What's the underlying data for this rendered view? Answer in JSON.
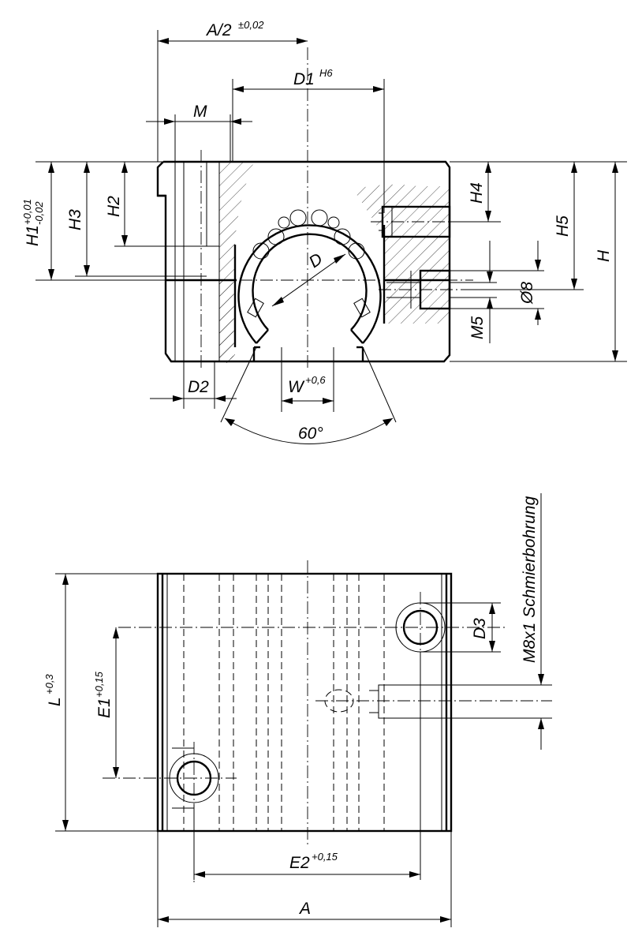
{
  "labels": {
    "a_half": "A/2",
    "a_half_tol": "±0,02",
    "d1": "D1",
    "d1_tol": "H6",
    "m": "M",
    "h1": "H1",
    "h1_tol_upper": "+0,01",
    "h1_tol_lower": "-0,02",
    "h3": "H3",
    "h2": "H2",
    "h4": "H4",
    "h5": "H5",
    "h": "H",
    "d": "D",
    "phi8": "Ø8",
    "m5": "M5",
    "d2": "D2",
    "w": "W",
    "w_tol": "+0,6",
    "angle": "60°",
    "lube": "M8x1 Schmierbohrung",
    "d3": "D3",
    "l": "L",
    "l_tol": "+0,3",
    "e1": "E1",
    "e1_tol": "+0,15",
    "e2": "E2",
    "e2_tol": "+0,15",
    "a": "A"
  }
}
